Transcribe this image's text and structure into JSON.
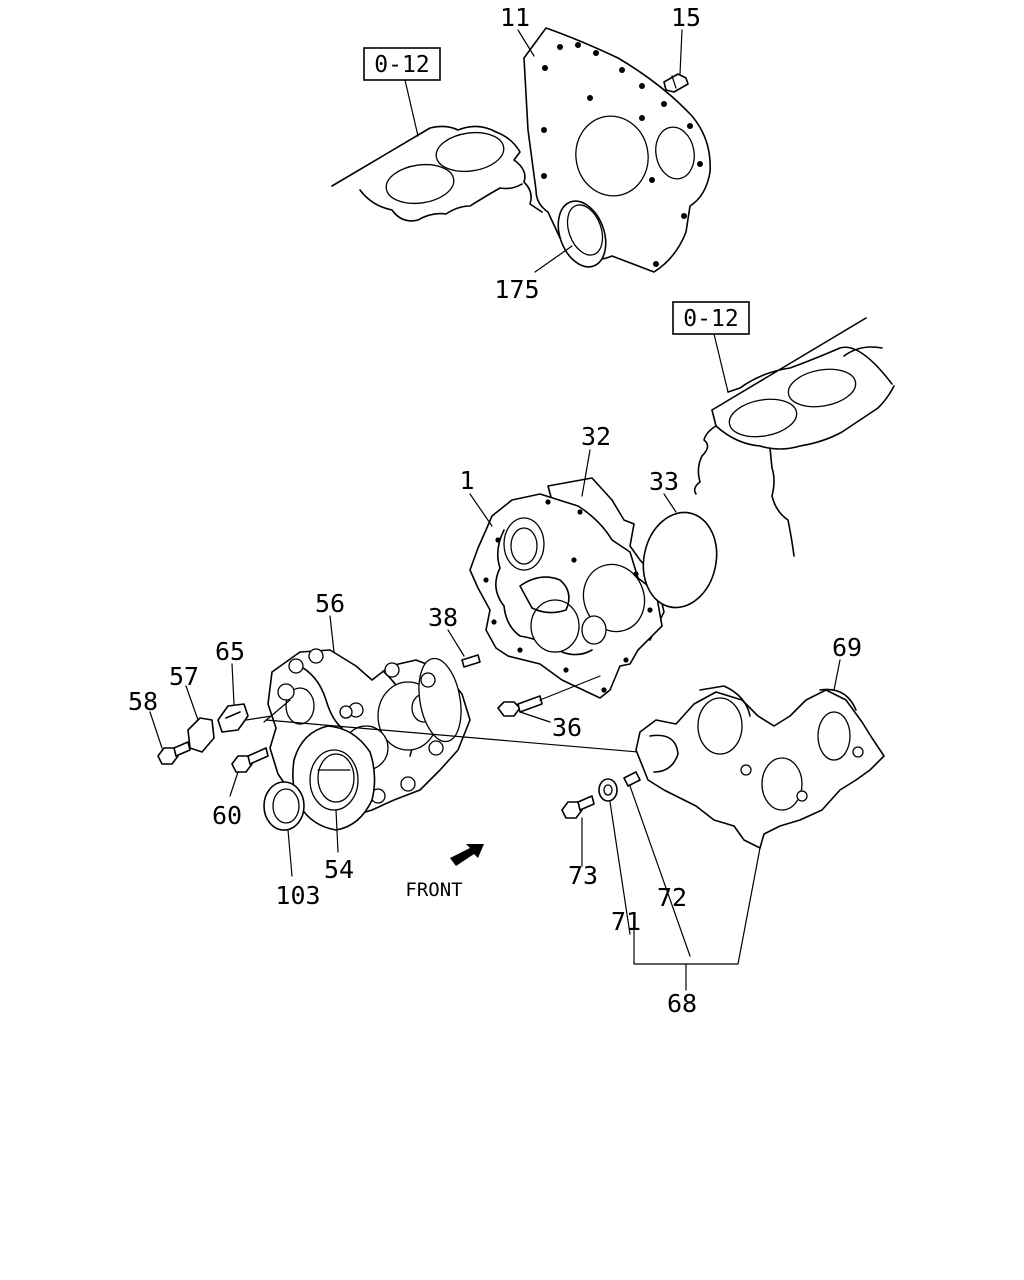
{
  "references": [
    {
      "id": "ref-top",
      "text": "0-12"
    },
    {
      "id": "ref-mid",
      "text": "0-12"
    }
  ],
  "front_label": "FRONT",
  "parts": [
    {
      "key": "p11",
      "text": "11"
    },
    {
      "key": "p15",
      "text": "15"
    },
    {
      "key": "p175",
      "text": "175"
    },
    {
      "key": "p32",
      "text": "32"
    },
    {
      "key": "p1",
      "text": "1"
    },
    {
      "key": "p33",
      "text": "33"
    },
    {
      "key": "p38",
      "text": "38"
    },
    {
      "key": "p56",
      "text": "56"
    },
    {
      "key": "p65",
      "text": "65"
    },
    {
      "key": "p57",
      "text": "57"
    },
    {
      "key": "p58",
      "text": "58"
    },
    {
      "key": "p36",
      "text": "36"
    },
    {
      "key": "p69",
      "text": "69"
    },
    {
      "key": "p60",
      "text": "60"
    },
    {
      "key": "p54",
      "text": "54"
    },
    {
      "key": "p103",
      "text": "103"
    },
    {
      "key": "p73",
      "text": "73"
    },
    {
      "key": "p72",
      "text": "72"
    },
    {
      "key": "p71",
      "text": "71"
    },
    {
      "key": "p68",
      "text": "68"
    }
  ]
}
